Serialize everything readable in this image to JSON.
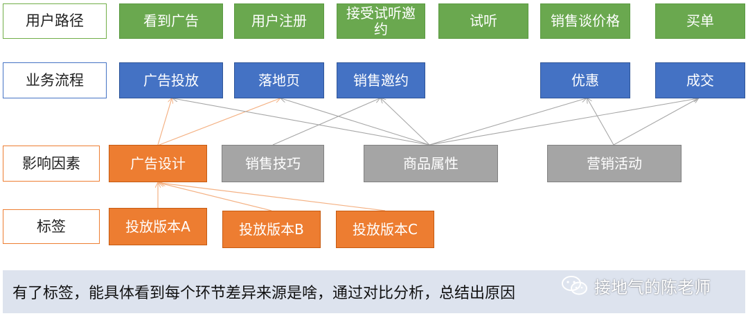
{
  "rows": {
    "user_path": {
      "label": "用户路径",
      "steps": [
        "看到广告",
        "用户注册",
        "接受试听邀约",
        "试听",
        "销售谈价格",
        "买单"
      ]
    },
    "business_flow": {
      "label": "业务流程",
      "steps": [
        "广告投放",
        "落地页",
        "销售邀约",
        "优惠",
        "成交"
      ]
    },
    "factors": {
      "label": "影响因素",
      "items": [
        "广告设计",
        "销售技巧",
        "商品属性",
        "营销活动"
      ]
    },
    "tags": {
      "label": "标签",
      "items": [
        "投放版本A",
        "投放版本B",
        "投放版本C"
      ]
    }
  },
  "footer": {
    "text": "有了标签，能具体看到每个环节差异来源是啥，通过对比分析，总结出原因"
  },
  "watermark": {
    "text": "接地气的陈老师",
    "icon": "wechat-icon"
  },
  "colors": {
    "green": "#6aa84f",
    "blue": "#4472c4",
    "orange": "#ed7d31",
    "grey": "#a5a5a5",
    "footer_bg": "#dde3ee",
    "arrow_orange": "#f4b183",
    "arrow_grey": "#a6a6a6"
  }
}
